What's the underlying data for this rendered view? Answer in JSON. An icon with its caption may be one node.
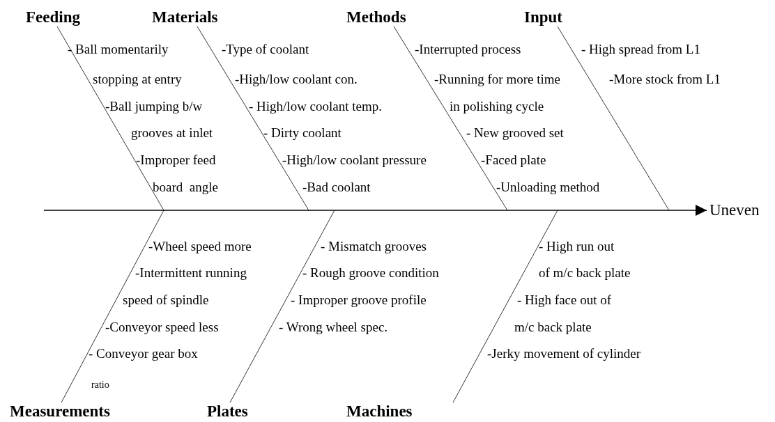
{
  "diagram": {
    "nodes": [
      {
        "text": [
          "Feeding"
        ]
      },
      {
        "text": [
          "Materials"
        ]
      },
      {
        "text": [
          "Methods"
        ]
      },
      {
        "text": [
          "Input"
        ]
      },
      {
        "text": [
          "Measurements"
        ]
      },
      {
        "text": [
          "Plates"
        ]
      },
      {
        "text": [
          "Machines"
        ]
      },
      {
        "text": [
          "Uneven"
        ]
      }
    ],
    "edges": [
      {
        "from": 0,
        "to": null,
        "arrow": "none"
      },
      {
        "from": 1,
        "to": null,
        "arrow": "none"
      },
      {
        "from": 2,
        "to": null,
        "arrow": "none"
      },
      {
        "from": 3,
        "to": null,
        "arrow": "none"
      },
      {
        "from": 4,
        "to": null,
        "arrow": "none"
      },
      {
        "from": 5,
        "to": null,
        "arrow": "none"
      },
      {
        "from": 6,
        "to": null,
        "arrow": "none"
      },
      {
        "from": null,
        "to": 7,
        "arrow": "to"
      }
    ],
    "labels": [
      "- Ball momentarily",
      "-Type of coolant",
      "-Interrupted process",
      "- High spread from L1",
      "stopping at entry",
      "-High/low coolant con.",
      "-Running for more time",
      "-More stock from L1",
      "-Ball jumping b/w",
      "- High/low coolant temp.",
      "in polishing cycle",
      "grooves at inlet",
      "- Dirty coolant",
      "- New grooved set",
      "-Improper feed",
      "-High/low coolant pressure",
      "-Faced plate",
      "board  angle",
      "-Bad coolant",
      "-Unloading method",
      "-Wheel speed more",
      "- Mismatch grooves",
      "- High run out",
      "-Intermittent running",
      "- Rough groove condition",
      "of m/c back plate",
      "speed of spindle",
      "- Improper groove profile",
      "- High face out of",
      "-Conveyor speed less",
      "- Wrong wheel spec.",
      "m/c back plate",
      "- Conveyor gear box",
      "-Jerky movement of cylinder",
      "ratio"
    ]
  }
}
